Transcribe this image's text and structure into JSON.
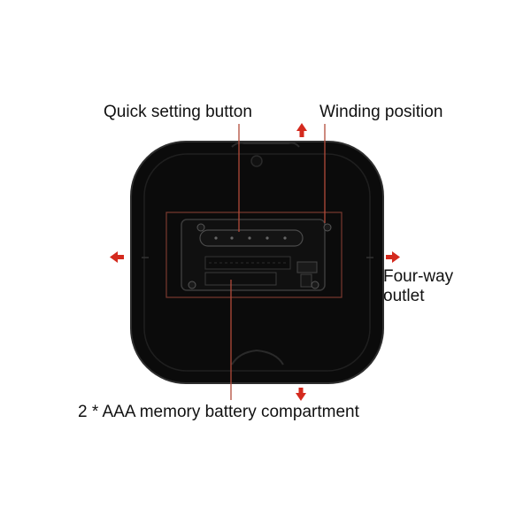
{
  "labels": {
    "quick_setting": "Quick setting button",
    "winding_position": "Winding position",
    "four_way_line1": "Four-way",
    "four_way_line2": "outlet",
    "battery": "2 * AAA memory battery compartment"
  },
  "colors": {
    "background": "#ffffff",
    "clock_body": "#0b0b0b",
    "clock_edge": "#2e2e2e",
    "leader_line": "#b24a3a",
    "arrow": "#d42a1e",
    "text": "#111111"
  },
  "icons": {
    "arrow_up": "arrow-up-icon",
    "arrow_down": "arrow-down-icon",
    "arrow_left": "arrow-left-icon",
    "arrow_right": "arrow-right-icon"
  }
}
